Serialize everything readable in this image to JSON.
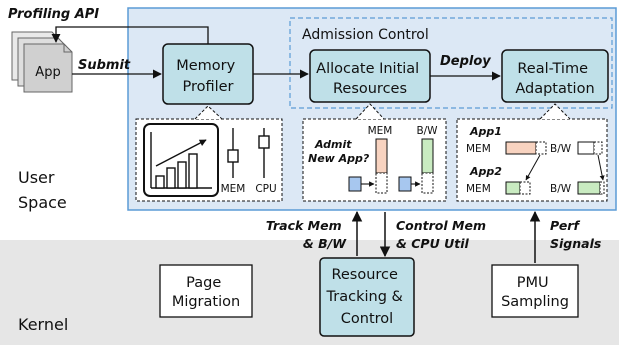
{
  "regions": {
    "user_space": "User\nSpace",
    "kernel": "Kernel",
    "admission_control": "Admission Control"
  },
  "blocks": {
    "app": "App",
    "memory_profiler": "Memory\nProfiler",
    "allocate_initial_resources": "Allocate Initial\nResources",
    "real_time_adaptation": "Real-Time\nAdaptation",
    "page_migration": "Page\nMigration",
    "resource_tracking": "Resource\nTracking &\nControl",
    "pmu_sampling": "PMU\nSampling"
  },
  "arrows": {
    "profiling_api": "Profiling API",
    "submit": "Submit",
    "deploy": "Deploy",
    "track_mem": "Track Mem\n& B/W",
    "control_mem": "Control Mem\n& CPU Util",
    "perf_signals": "Perf\nSignals"
  },
  "profiler_detail": {
    "mem_label": "MEM",
    "cpu_label": "CPU"
  },
  "admit_detail": {
    "question": "Admit\nNew App?",
    "mem_label": "MEM",
    "bw_label": "B/W"
  },
  "adapt_detail": {
    "app1": "App1",
    "app2": "App2",
    "mem_label": "MEM",
    "bw_label": "B/W"
  },
  "colors": {
    "user_space_bg": "#dce8f5",
    "user_space_border": "#5b9bd5",
    "kernel_bg": "#e6e6e6",
    "block_fill": "#bfe0e8",
    "mem_bar": "#f8d3c0",
    "bw_bar": "#c9ebc1",
    "app_arrow_fill": "#a7c7ef"
  }
}
